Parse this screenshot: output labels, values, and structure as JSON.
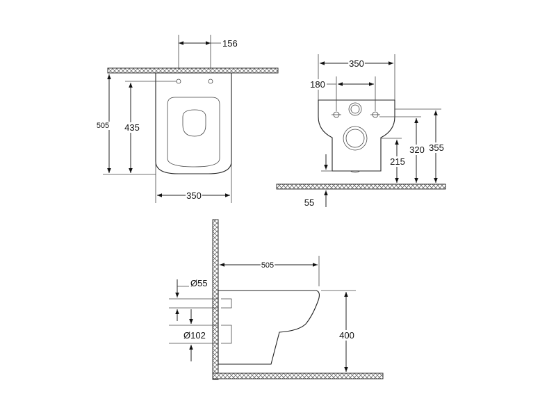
{
  "top_view": {
    "dim_width": "350",
    "dim_hole_spacing": "156",
    "dim_total_depth": "505",
    "dim_seat_depth": "435"
  },
  "front_view": {
    "dim_width": "350",
    "dim_bolt_spacing": "180",
    "dim_height_355": "355",
    "dim_height_320": "320",
    "dim_height_215": "215",
    "dim_height_55": "55"
  },
  "side_view": {
    "dim_depth": "505",
    "dim_pipe_small": "Ø55",
    "dim_pipe_large": "Ø102",
    "dim_height": "400"
  }
}
